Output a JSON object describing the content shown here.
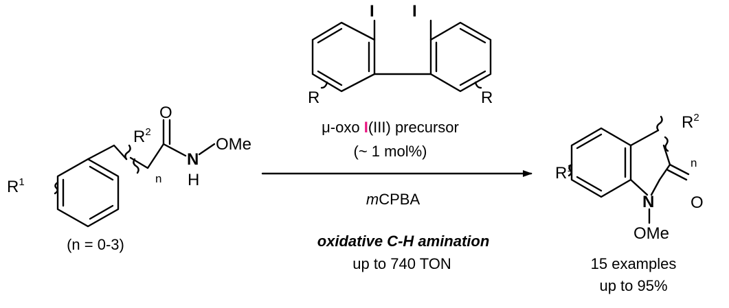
{
  "colors": {
    "iodine": "#e8137f",
    "nitrogen": "#1f3f9f",
    "highlight_red": "#e3171d",
    "ink": "#000000"
  },
  "reactant": {
    "r1": "R",
    "r1_sup": "1",
    "r2": "R",
    "r2_sup": "2",
    "n_sub": "n",
    "carbonyl_o": "O",
    "amide_n": "N",
    "amide_h": "H",
    "ome": "OMe",
    "condition": "(n = 0-3)"
  },
  "catalyst": {
    "iodine_left": "I",
    "iodine_right": "I",
    "r_left": "R",
    "r_right": "R",
    "label_prefix": "μ-oxo ",
    "label_iodine": "I",
    "label_suffix": "(III) precursor",
    "loading": "(~ 1 mol%)"
  },
  "arrow": {
    "oxidant_italic": "m",
    "oxidant_rest": "CPBA"
  },
  "reaction": {
    "type": "oxidative C-H amination",
    "ton": "up to 740 TON"
  },
  "product": {
    "r1": "R",
    "r1_sup": "1",
    "r2": "R",
    "r2_sup": "2",
    "n_sub": "n",
    "carbonyl_o": "O",
    "ring_n": "N",
    "ome": "OMe",
    "examples": "15 examples",
    "yield": "up to 95%"
  }
}
